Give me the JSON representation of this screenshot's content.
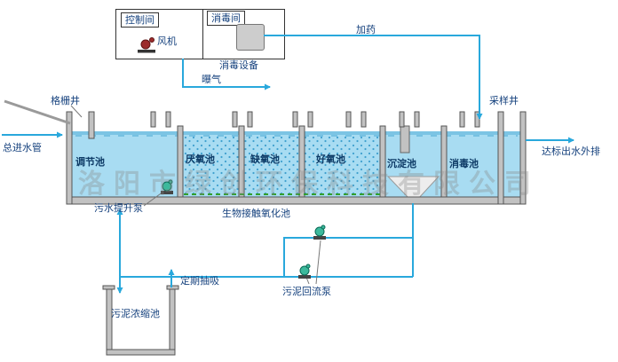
{
  "watermark": "洛阳市绿创环保科技有限公司",
  "rooms": {
    "control_room": "控制间",
    "fan": "风机",
    "disinfection_room": "消毒间",
    "disinfection_equipment": "消毒设备"
  },
  "labels": {
    "dosing": "加药",
    "aeration": "曝气",
    "screen_well": "格栅井",
    "main_inlet": "总进水管",
    "sampling_well": "采样井",
    "outlet": "达标出水外排",
    "sewage_lift_pump": "污水提升泵",
    "bio_contact_tank": "生物接触氧化池",
    "periodic_suction": "定期抽吸",
    "sludge_return_pump": "污泥回流泵",
    "sludge_thickening_tank": "污泥浓缩池"
  },
  "tanks": [
    {
      "label": "调节池"
    },
    {
      "label": "厌氧池"
    },
    {
      "label": "缺氧池"
    },
    {
      "label": "好氧池"
    },
    {
      "label": "沉淀池"
    },
    {
      "label": "消毒池"
    }
  ],
  "colors": {
    "pipe": "#29a8dc",
    "water": "#a8dcf2",
    "wall": "#c2c2c2",
    "label": "#16427e",
    "aeration_line": "#33a02c",
    "pump": "#3cb99c"
  }
}
